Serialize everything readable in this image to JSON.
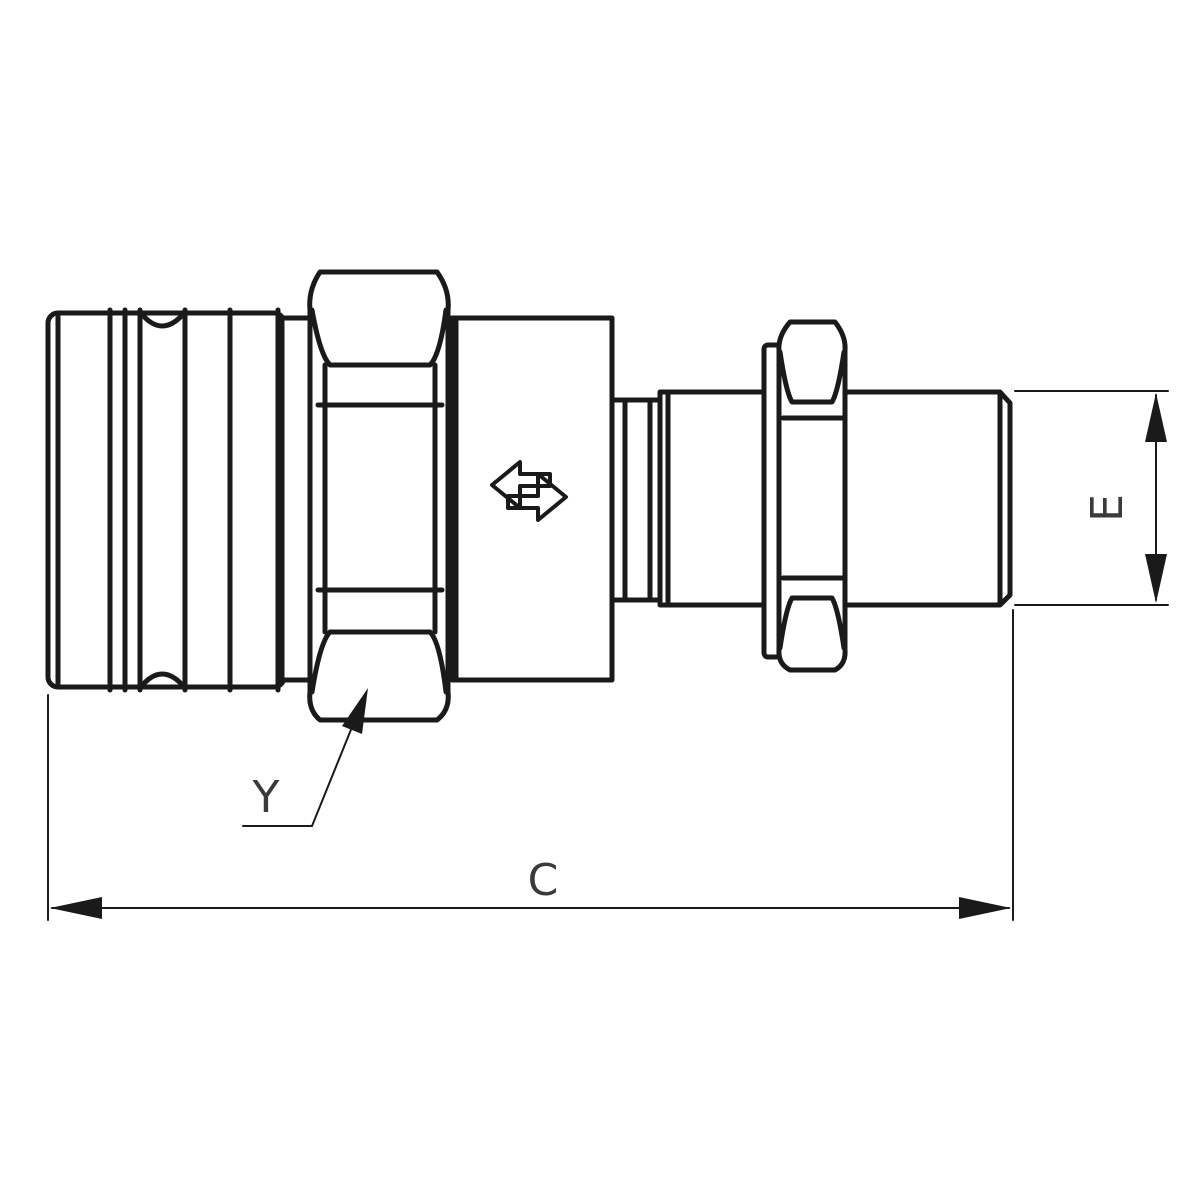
{
  "labels": {
    "overall_length": "C",
    "thread_diameter": "E",
    "hex_size": "Y"
  },
  "colors": {
    "line": "#1a1a1a",
    "label": "#3a3a3a",
    "background": "#ffffff"
  },
  "symbols": {
    "flow_direction": "bidirectional-flow-arrows-icon"
  }
}
